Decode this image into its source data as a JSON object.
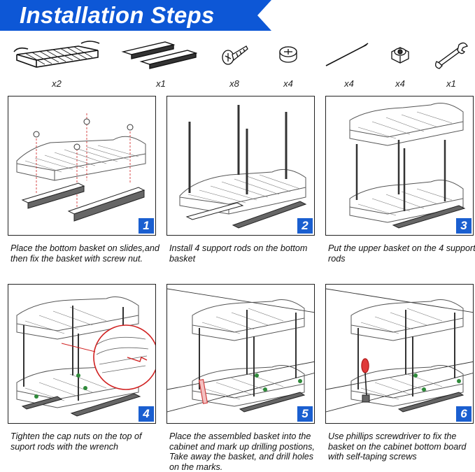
{
  "banner": {
    "title": "Installation Steps",
    "color": "#0d57d6"
  },
  "parts": [
    {
      "icon": "basket-icon",
      "qty": "x2"
    },
    {
      "icon": "slide-rail-icon",
      "qty": "x1"
    },
    {
      "icon": "screw-icon",
      "qty": "x8"
    },
    {
      "icon": "screw-nut-icon",
      "qty": "x4"
    },
    {
      "icon": "support-rod-icon",
      "qty": "x4"
    },
    {
      "icon": "cap-nut-icon",
      "qty": "x4"
    },
    {
      "icon": "wrench-icon",
      "qty": "x1"
    }
  ],
  "steps": [
    {
      "number": "1",
      "caption": "Place the bottom basket on slides,and then fix the basket with screw nut."
    },
    {
      "number": "2",
      "caption": "Install 4 support rods on the bottom basket"
    },
    {
      "number": "3",
      "caption": "Put the upper basket on the 4 support rods"
    },
    {
      "number": "4",
      "caption": "Tighten the cap nuts on the top of suport rods with the wrench"
    },
    {
      "number": "5",
      "caption": "Place the assembled basket into the cabinet and mark up drilling postions, Take away the basket, and drill holes on the marks."
    },
    {
      "number": "6",
      "caption": "Use phillips screwdriver to fix the basket on the cabinet bottom board with self-taping screws"
    }
  ]
}
